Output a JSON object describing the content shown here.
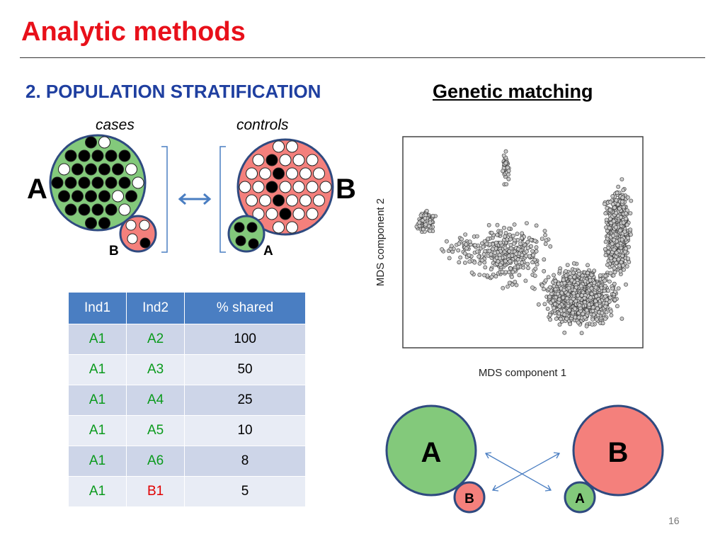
{
  "slide": {
    "title": "Analytic methods",
    "section_number": "2.",
    "section_title": "POPULATION STRATIFICATION",
    "matching_title": "Genetic matching",
    "page_number": "16"
  },
  "diagram": {
    "cases_label": "cases",
    "controls_label": "controls",
    "left_big_label": "A",
    "left_small_label": "B",
    "right_big_label": "B",
    "right_small_label": "A",
    "colors": {
      "green": "#83c97b",
      "red": "#f4807c",
      "arrow": "#4a7ec2"
    }
  },
  "table": {
    "headers": [
      "Ind1",
      "Ind2",
      "% shared"
    ],
    "rows": [
      [
        "A1",
        "A2",
        "100"
      ],
      [
        "A1",
        "A3",
        "50"
      ],
      [
        "A1",
        "A4",
        "25"
      ],
      [
        "A1",
        "A5",
        "10"
      ],
      [
        "A1",
        "A6",
        "8"
      ],
      [
        "A1",
        "B1",
        "5"
      ]
    ]
  },
  "chart_data": {
    "type": "scatter",
    "xlabel": "MDS component 1",
    "ylabel": "MDS component 2",
    "title": "",
    "grid": false
  },
  "matching": {
    "big_a": "A",
    "small_b": "B",
    "big_b": "B",
    "small_a": "A"
  }
}
